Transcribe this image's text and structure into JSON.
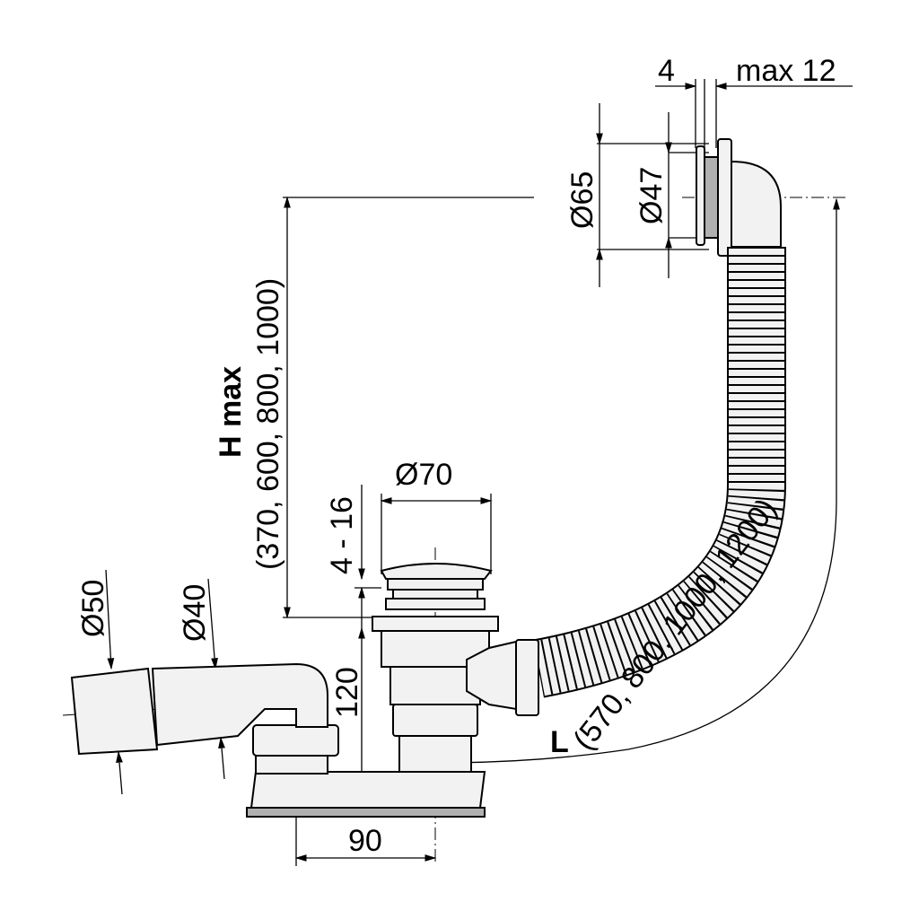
{
  "title": "Bath waste and overflow set dimensional drawing",
  "dimensions": {
    "overflow_gap": "4",
    "overflow_max": "max 12",
    "overflow_outer_dia": "Ø65",
    "overflow_inner_dia": "Ø47",
    "height_label": "H max",
    "height_values": "(370, 600, 800, 1000)",
    "waste_dia": "Ø70",
    "waste_thickness": "4 - 16",
    "outlet_dia_large": "Ø50",
    "outlet_dia_small": "Ø40",
    "trap_height": "120",
    "trap_offset": "90",
    "length_label": "L",
    "length_values": "(570, 800, 1000, 1200)"
  },
  "colors": {
    "line": "#000000",
    "part_fill": "#f2f2f2",
    "grey": "#b0b0b0"
  }
}
